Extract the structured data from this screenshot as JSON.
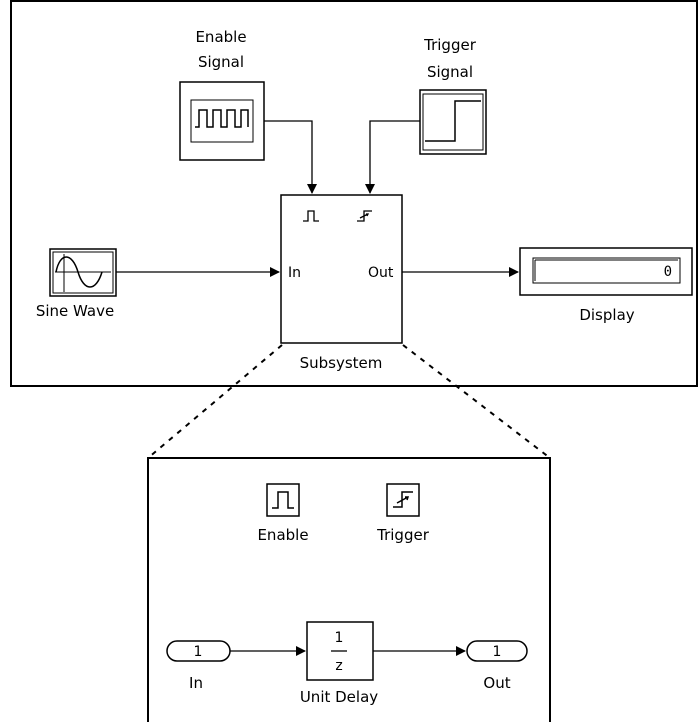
{
  "top_model": {
    "blocks": {
      "enable_signal": {
        "label_line1": "Enable",
        "label_line2": "Signal"
      },
      "trigger_signal": {
        "label_line1": "Trigger",
        "label_line2": "Signal"
      },
      "sine_wave": {
        "label": "Sine Wave"
      },
      "subsystem": {
        "label": "Subsystem",
        "in_port_label": "In",
        "out_port_label": "Out"
      },
      "display": {
        "label": "Display",
        "value": "0"
      }
    }
  },
  "subsystem_detail": {
    "enable": {
      "label": "Enable"
    },
    "trigger": {
      "label": "Trigger"
    },
    "inport": {
      "number": "1",
      "label": "In"
    },
    "unit_delay": {
      "numerator": "1",
      "denominator": "z",
      "label": "Unit Delay"
    },
    "outport": {
      "number": "1",
      "label": "Out"
    }
  },
  "icons": [
    "pulse-train-icon",
    "step-icon",
    "sine-wave-icon",
    "enable-port-icon",
    "trigger-port-icon"
  ]
}
